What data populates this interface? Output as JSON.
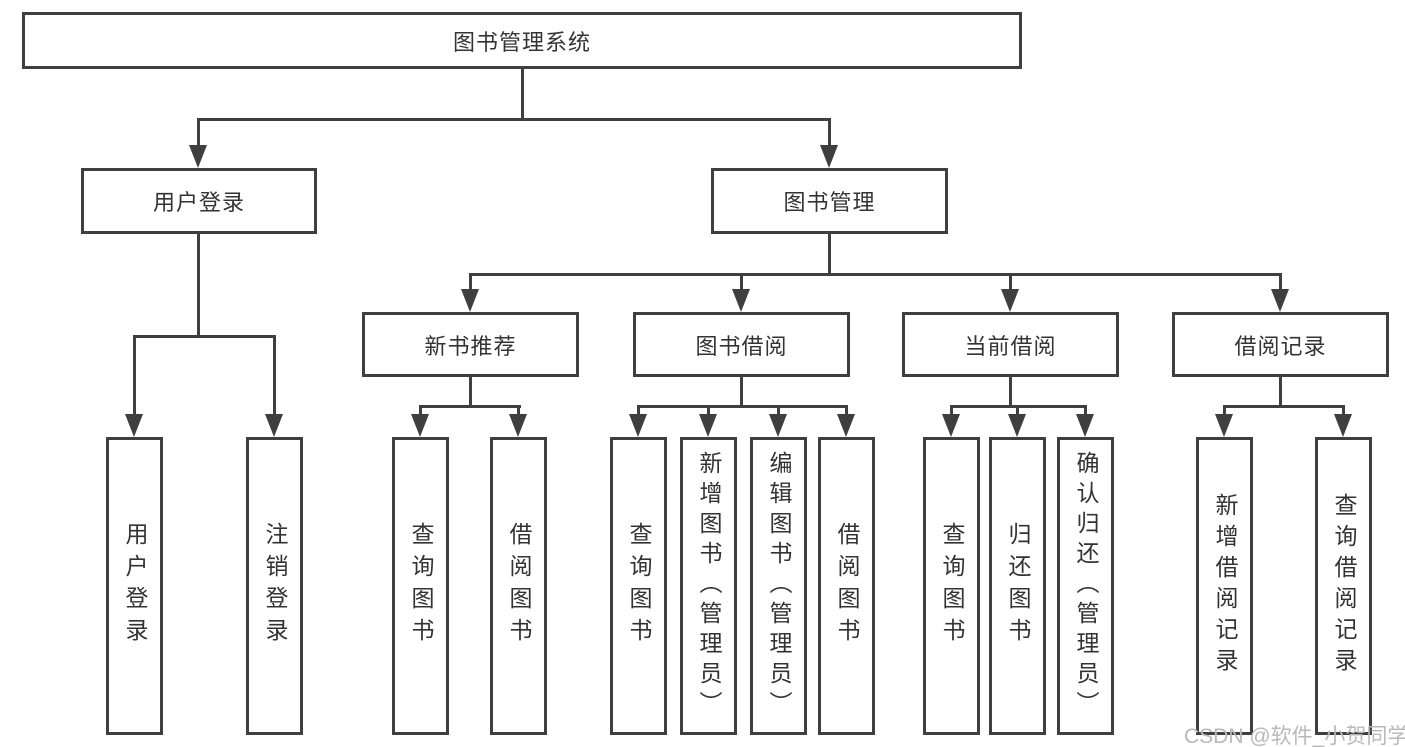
{
  "diagram_title": "图书管理系统",
  "tree": {
    "label": "图书管理系统",
    "children": [
      {
        "label": "用户登录",
        "children": [
          {
            "label": "用户登录"
          },
          {
            "label": "注销登录"
          }
        ]
      },
      {
        "label": "图书管理",
        "children": [
          {
            "label": "新书推荐",
            "children": [
              {
                "label": "查询图书"
              },
              {
                "label": "借阅图书"
              }
            ]
          },
          {
            "label": "图书借阅",
            "children": [
              {
                "label": "查询图书"
              },
              {
                "label": "新增图书（管理员）"
              },
              {
                "label": "编辑图书（管理员）"
              },
              {
                "label": "借阅图书"
              }
            ]
          },
          {
            "label": "当前借阅",
            "children": [
              {
                "label": "查询图书"
              },
              {
                "label": "归还图书"
              },
              {
                "label": "确认归还（管理员）"
              }
            ]
          },
          {
            "label": "借阅记录",
            "children": [
              {
                "label": "新增借阅记录"
              },
              {
                "label": "查询借阅记录"
              }
            ]
          }
        ]
      }
    ]
  },
  "watermark": "CSDN @软件_小贺同学",
  "colors": {
    "line": "#3f3f3f",
    "text": "#333333",
    "background": "#ffffff",
    "watermark": "#b9b9b9"
  }
}
